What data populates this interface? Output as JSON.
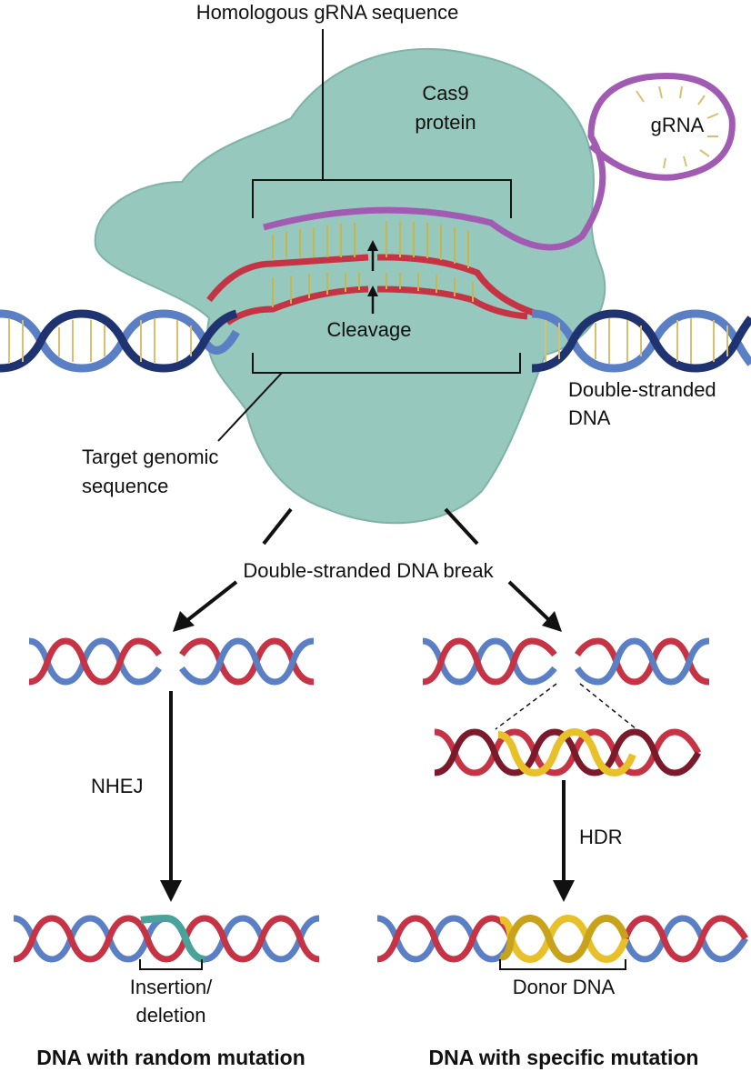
{
  "labels": {
    "homologous_grna": "Homologous gRNA sequence",
    "cas9_line1": "Cas9",
    "cas9_line2": "protein",
    "grna": "gRNA",
    "cleavage": "Cleavage",
    "dsdna_line1": "Double-stranded",
    "dsdna_line2": "DNA",
    "target_line1": "Target genomic",
    "target_line2": "sequence",
    "dsb": "Double-stranded DNA break",
    "nhej": "NHEJ",
    "hdr": "HDR",
    "indel_line1": "Insertion/",
    "indel_line2": "deletion",
    "donor": "Donor DNA",
    "result_left": "DNA with random mutation",
    "result_right": "DNA with specific mutation"
  },
  "colors": {
    "protein": "#96c8bd",
    "protein_edge": "#5f9e91",
    "dna_blue": "#5b7fc4",
    "dna_navy": "#1f3370",
    "dna_red": "#c53344",
    "dna_darkred": "#7a1a2a",
    "grna_purple": "#a25bb3",
    "donor_yellow": "#e8c02a",
    "indel_teal": "#4aa39a",
    "rungs": "#d8c070"
  }
}
